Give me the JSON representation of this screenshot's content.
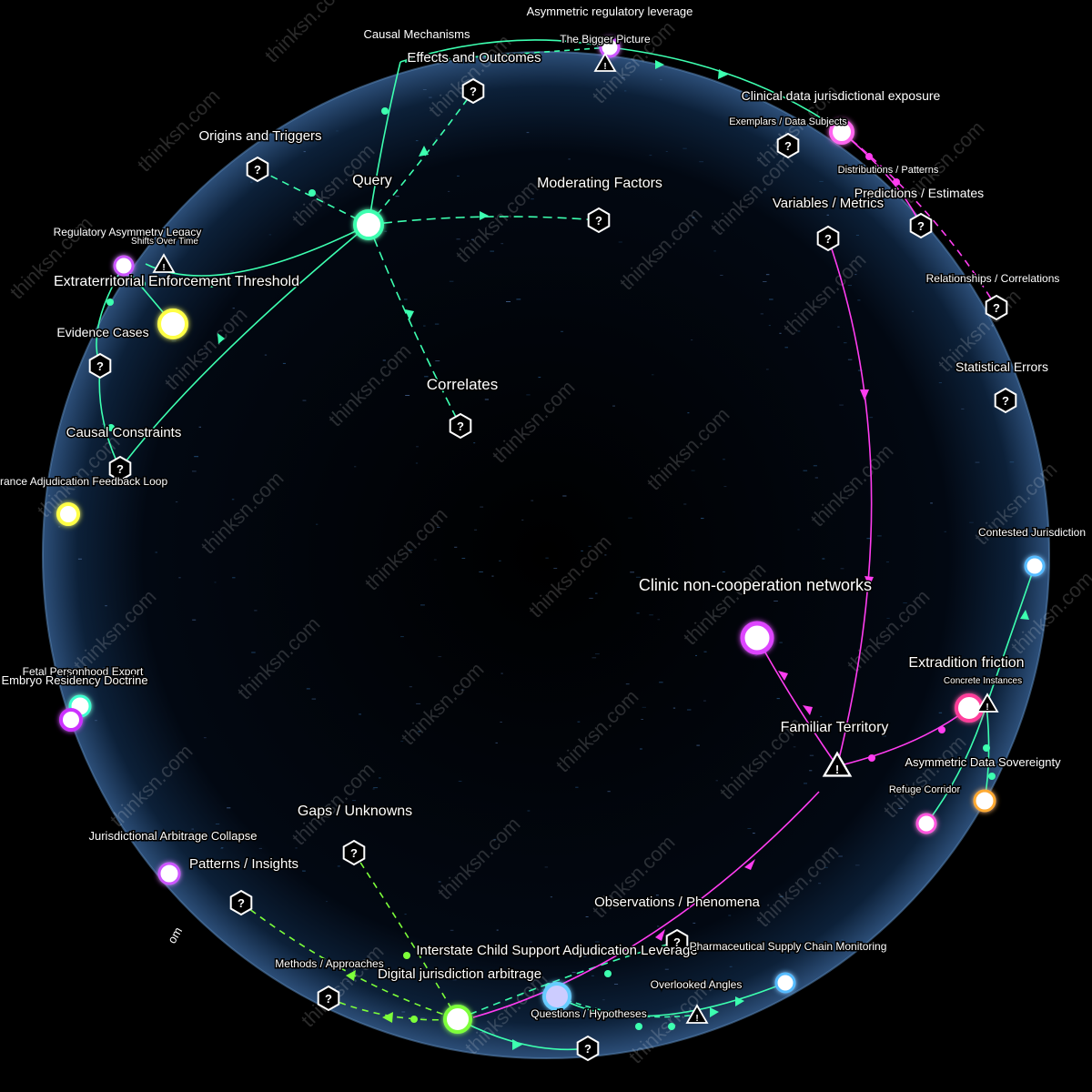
{
  "colors": {
    "background": "#000000",
    "sphere_edge": "#5a86b8",
    "green": "#3dffb0",
    "lime": "#7dff3a",
    "magenta": "#ff3df0",
    "yellow": "#ffff44",
    "purple": "#cc55ff",
    "blue": "#55bbff",
    "orange": "#ffaa33"
  },
  "watermark": "thinksn.com",
  "labels": {
    "asymmetric_regulatory_leverage": "Asymmetric regulatory leverage",
    "causal_mechanisms": "Causal Mechanisms",
    "the_bigger_picture": "The Bigger Picture",
    "effects_and_outcomes": "Effects and Outcomes",
    "clinical_data_exposure": "Clinical data jurisdictional exposure",
    "exemplars": "Exemplars / Data Subjects",
    "origins_and_triggers": "Origins and Triggers",
    "query": "Query",
    "moderating_factors": "Moderating Factors",
    "distributions": "Distributions / Patterns",
    "predictions": "Predictions / Estimates",
    "variables_metrics": "Variables / Metrics",
    "regulatory_asymmetry_legacy": "Regulatory Asymmetry Legacy",
    "shifts_over_time": "Shifts Over Time",
    "extraterritorial_threshold": "Extraterritorial Enforcement Threshold",
    "relationships": "Relationships / Correlations",
    "evidence_cases": "Evidence Cases",
    "statistical_errors": "Statistical Errors",
    "correlates": "Correlates",
    "causal_constraints": "Causal Constraints",
    "feedback_loop": "rance Adjudication Feedback Loop",
    "contested_jurisdiction": "Contested Jurisdiction",
    "clinic_networks": "Clinic non-cooperation networks",
    "extradition_friction": "Extradition friction",
    "concrete_instances": "Concrete Instances",
    "fetal_personhood": "Fetal Personhood Export",
    "embryo_residency": "Embryo Residency Doctrine",
    "familiar_territory": "Familiar Territory",
    "asymmetric_data_sovereignty": "Asymmetric Data Sovereignty",
    "refuge_corridor": "Refuge Corridor",
    "gaps_unknowns": "Gaps / Unknowns",
    "jurisdictional_arbitrage": "Jurisdictional Arbitrage Collapse",
    "patterns_insights": "Patterns / Insights",
    "observations": "Observations / Phenomena",
    "interstate_child_support": "Interstate Child Support Adjudication Leverage",
    "pharma_supply_chain": "Pharmaceutical Supply Chain Monitoring",
    "methods_approaches": "Methods / Approaches",
    "digital_arbitrage": "Digital jurisdiction arbitrage",
    "overlooked_angles": "Overlooked Angles",
    "questions_hypotheses": "Questions / Hypotheses",
    "edge_fragment": "om"
  }
}
